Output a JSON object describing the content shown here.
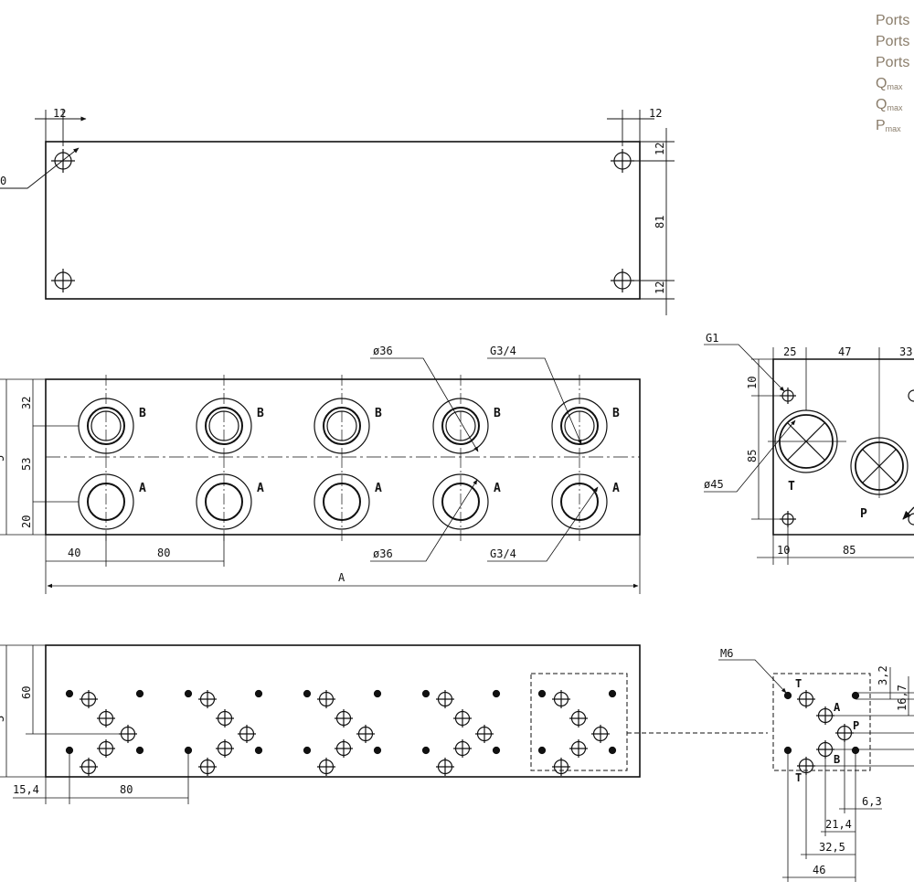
{
  "specs": {
    "line1": "Ports",
    "line2": "Ports",
    "line3": "Ports",
    "q1_symbol": "Q",
    "q1_sub": "max",
    "q2_symbol": "Q",
    "q2_sub": "max",
    "p_symbol": "P",
    "p_sub": "max"
  },
  "top_view": {
    "dim_left_12": "12",
    "dim_right_12": "12",
    "dim_top_12": "12",
    "dim_81": "81",
    "dim_bottom_12": "12",
    "leader_frag": "0"
  },
  "front_view": {
    "label_b": "B",
    "label_a": "A",
    "dim_32": "32",
    "dim_53": "53",
    "dim_20": "20",
    "dim_total_frag": "5",
    "dim_40": "40",
    "dim_80": "80",
    "dim_A": "A",
    "callout_d36_top": "ø36",
    "callout_g34_top": "G3/4",
    "callout_d36_bottom": "ø36",
    "callout_g34_bottom": "G3/4"
  },
  "side_view": {
    "callout_g1": "G1",
    "dim_25": "25",
    "dim_47": "47",
    "dim_33": "33",
    "dim_10": "10",
    "dim_85_v": "85",
    "callout_d45": "ø45",
    "label_t": "T",
    "label_p": "P",
    "dim_10_b": "10",
    "dim_85_h": "85"
  },
  "bottom_view": {
    "dim_60": "60",
    "dim_total_frag": "3",
    "dim_15_4": "15,4",
    "dim_80": "80"
  },
  "detail_view": {
    "callout_m6": "M6",
    "label_t_top": "T",
    "label_a": "A",
    "label_p": "P",
    "label_b": "B",
    "label_t_bottom": "T",
    "dim_3_2": "3,2",
    "dim_16_7": "16,7",
    "dim_6_3": "6,3",
    "dim_21_4": "21,4",
    "dim_32_5": "32,5",
    "dim_46": "46"
  }
}
